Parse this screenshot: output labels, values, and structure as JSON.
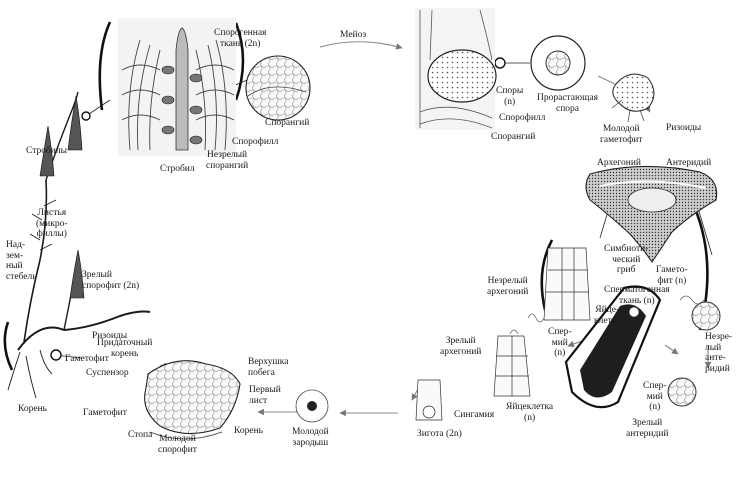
{
  "diagram": {
    "labels": {
      "strobil": "Стробил",
      "sporogenous_tissue": "Спорогенная\nткань (2n)",
      "sporangium_top": "Спорангий",
      "sporophyll_top": "Спорофилл",
      "immature_sporangium": "Незрелый\nспорангий",
      "meiosis": "Мейоз",
      "spores": "Споры\n(n)",
      "sporophyll_mid": "Спорофилл",
      "sporangium_mid": "Спорангий",
      "germinating_spore": "Прорастающая\nспора",
      "young_gametophyte": "Молодой\nгаметофит",
      "rhizoids_right": "Ризоиды",
      "archegonium": "Архегоний",
      "antheridium": "Антеридий",
      "symbiotic_fungus": "Симбиоти-\nческий\nгриб",
      "gametophyte_n": "Гамето-\nфит (n)",
      "spermatogenous_tissue": "Сперматогенная\nткань (n)",
      "immature_archegonium": "Незрелый\nархегоний",
      "egg_cell_top": "Яйце-\nклетка",
      "sperm_left": "Спер-\nмий\n(n)",
      "immature_antheridium": "Незре-\nлый\nанте-\nридий",
      "mature_archegonium": "Зрелый\nархегоний",
      "sperm_right": "Спер-\nмий\n(n)",
      "mature_antheridium": "Зрелый\nантеридий",
      "syngamy": "Сингамия",
      "egg_cell_bottom": "Яйцеклетка\n(n)",
      "zygote": "Зигота (2n)",
      "young_embryo": "Молодой\nзародыш",
      "shoot_apex": "Верхушка\nпобега",
      "first_leaf": "Первый\nлист",
      "root_embryo": "Корень",
      "foot": "Стопа",
      "young_sporophyte": "Молодой\nспорофит",
      "gametophyte_left": "Гаметофит",
      "suspensor": "Суспензор",
      "gametophyte_plant": "Гаметофит",
      "root_plant": "Корень",
      "rhizoids_left": "Ризоиды",
      "adventitious_root": "Придаточный\nкорень",
      "mature_sporophyte": "Зрелый\nспорофит (2n)",
      "aerial_stem": "Над-\nзем-\nный\nстебель",
      "leaves_microphylls": "Листья\n(микро-\nфиллы)",
      "strobili": "Стробилы"
    }
  }
}
